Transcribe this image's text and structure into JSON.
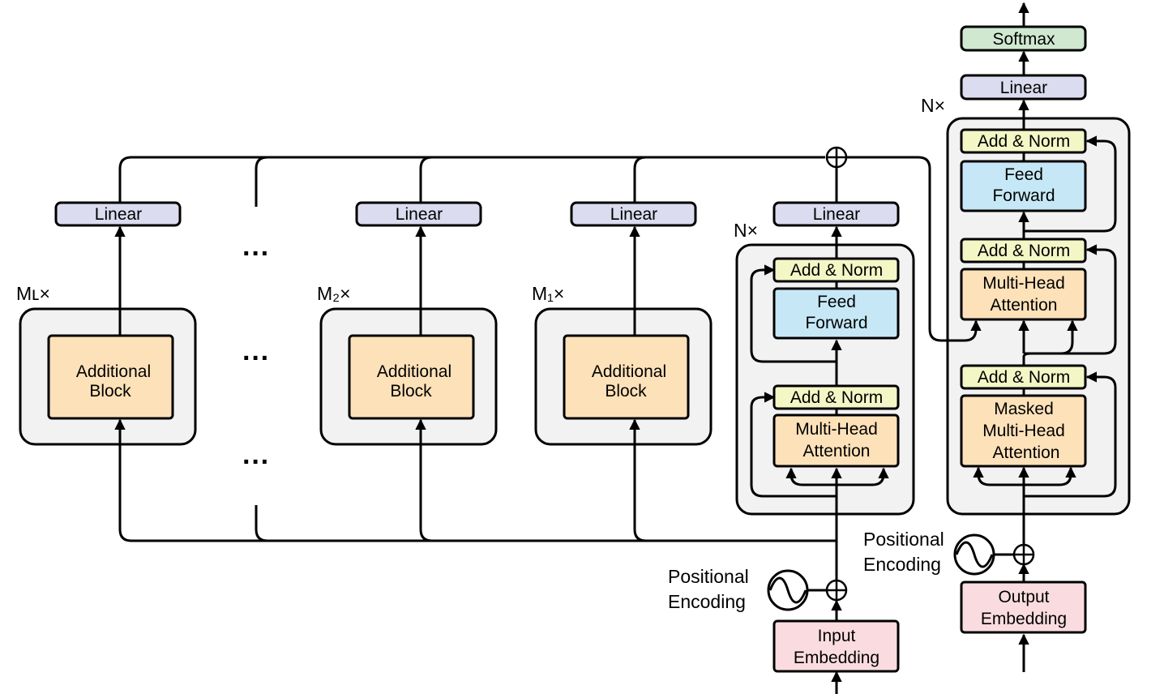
{
  "encoder_branches": [
    {
      "multiplier": "Mʟ×",
      "block_label": [
        "Additional",
        "Block"
      ],
      "linear_label": "Linear"
    },
    {
      "multiplier": "M₂×",
      "block_label": [
        "Additional",
        "Block"
      ],
      "linear_label": "Linear"
    },
    {
      "multiplier": "M₁×",
      "block_label": [
        "Additional",
        "Block"
      ],
      "linear_label": "Linear"
    }
  ],
  "ellipsis": "···",
  "encoder": {
    "multiplier": "N×",
    "linear_label": "Linear",
    "add_norm_label": "Add & Norm",
    "feed_forward_label": [
      "Feed",
      "Forward"
    ],
    "attention_label": [
      "Multi-Head",
      "Attention"
    ],
    "positional_encoding_label": [
      "Positional",
      "Encoding"
    ],
    "input_embedding_label": [
      "Input",
      "Embedding"
    ]
  },
  "decoder": {
    "multiplier": "N×",
    "softmax_label": "Softmax",
    "linear_label": "Linear",
    "add_norm_label": "Add & Norm",
    "feed_forward_label": [
      "Feed",
      "Forward"
    ],
    "cross_attention_label": [
      "Multi-Head",
      "Attention"
    ],
    "masked_attention_label": [
      "Masked",
      "Multi-Head",
      "Attention"
    ],
    "positional_encoding_label": [
      "Positional",
      "Encoding"
    ],
    "output_embedding_label": [
      "Output",
      "Embedding"
    ]
  },
  "colors": {
    "linear": "#dcdcf0",
    "add_norm": "#f3f7c6",
    "feed_forward": "#c6e8f6",
    "attention": "#fde1b9",
    "embedding": "#fadce0",
    "softmax": "#cfe8cf",
    "container": "#f2f2f2"
  }
}
